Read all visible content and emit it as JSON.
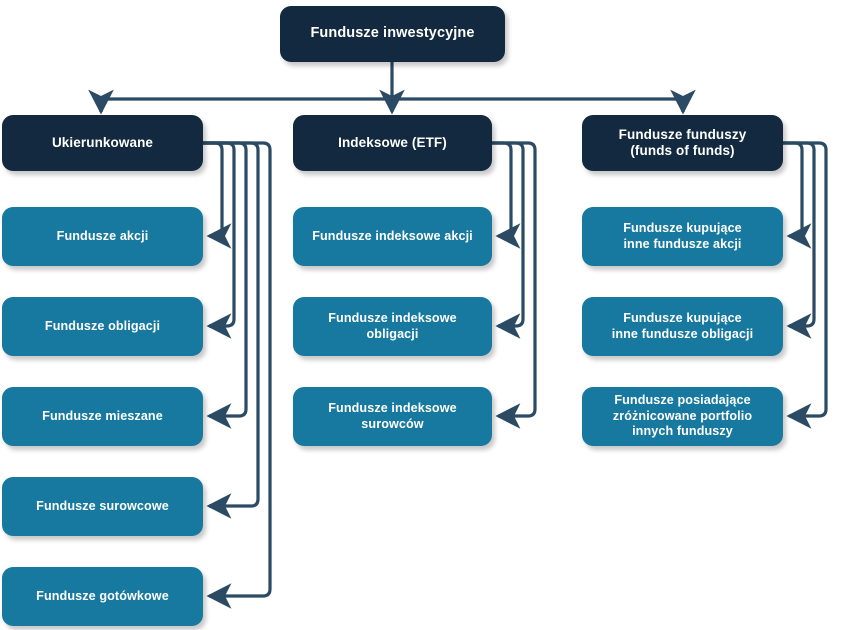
{
  "diagram": {
    "title": "Fundusze inwestycyjne",
    "type": "hierarchy-tree",
    "colors": {
      "dark_navy": "#13293f",
      "teal": "#17799f",
      "connector": "#2b4a63",
      "background": "#ffffff",
      "text": "#ffffff"
    },
    "root": {
      "label": "Fundusze inwestycyjne"
    },
    "branches": [
      {
        "head": "Ukierunkowane",
        "children": [
          "Fundusze akcji",
          "Fundusze obligacji",
          "Fundusze mieszane",
          "Fundusze surowcowe",
          "Fundusze gotówkowe"
        ]
      },
      {
        "head": "Indeksowe (ETF)",
        "children": [
          "Fundusze indeksowe akcji",
          "Fundusze indeksowe\nobligacji",
          "Fundusze indeksowe\nsurowców"
        ]
      },
      {
        "head": "Fundusze funduszy\n(funds of funds)",
        "children": [
          "Fundusze kupujące\ninne fundusze akcji",
          "Fundusze kupujące\ninne fundusze obligacji",
          "Fundusze posiadające\nzróżnicowane portfolio\ninnych funduszy"
        ]
      }
    ]
  }
}
